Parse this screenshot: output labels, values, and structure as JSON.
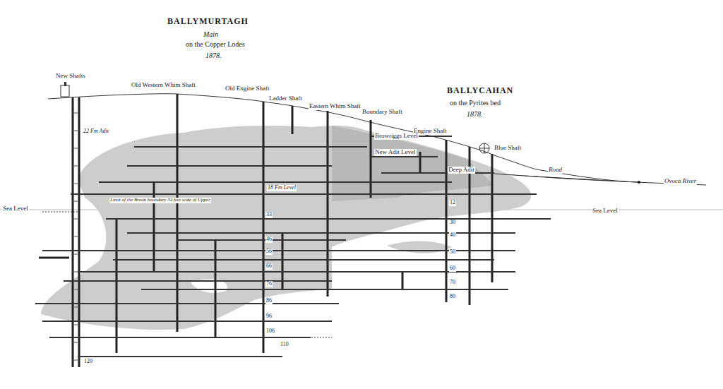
{
  "diagram": {
    "title": "BALLYMURTAGH",
    "labels": [
      "Main",
      "on the Copper Lodes",
      "1878.",
      "BALLYCAHAN",
      "on the Pyrites bed",
      "1878.",
      "New Shafts",
      "Old Western Whim Shaft",
      "Old Engine Shaft",
      "Ladder Shaft",
      "Eastern Whim Shaft",
      "Boundary Shaft",
      "Engine Shaft",
      "Blue Shaft",
      "Browriggs Level",
      "New Adit Level",
      "Deep Adit",
      "22 Fm Adit",
      "18 Fm Level",
      "Limit of the Brook boundary 34 feet wide of Upper",
      "Road",
      "Ovoca River",
      "Sea Level",
      "Sea Level",
      "33",
      "46",
      "56",
      "66",
      "76",
      "86",
      "96",
      "106",
      "110",
      "120",
      "12",
      "30",
      "40",
      "50",
      "60",
      "70",
      "80"
    ]
  }
}
